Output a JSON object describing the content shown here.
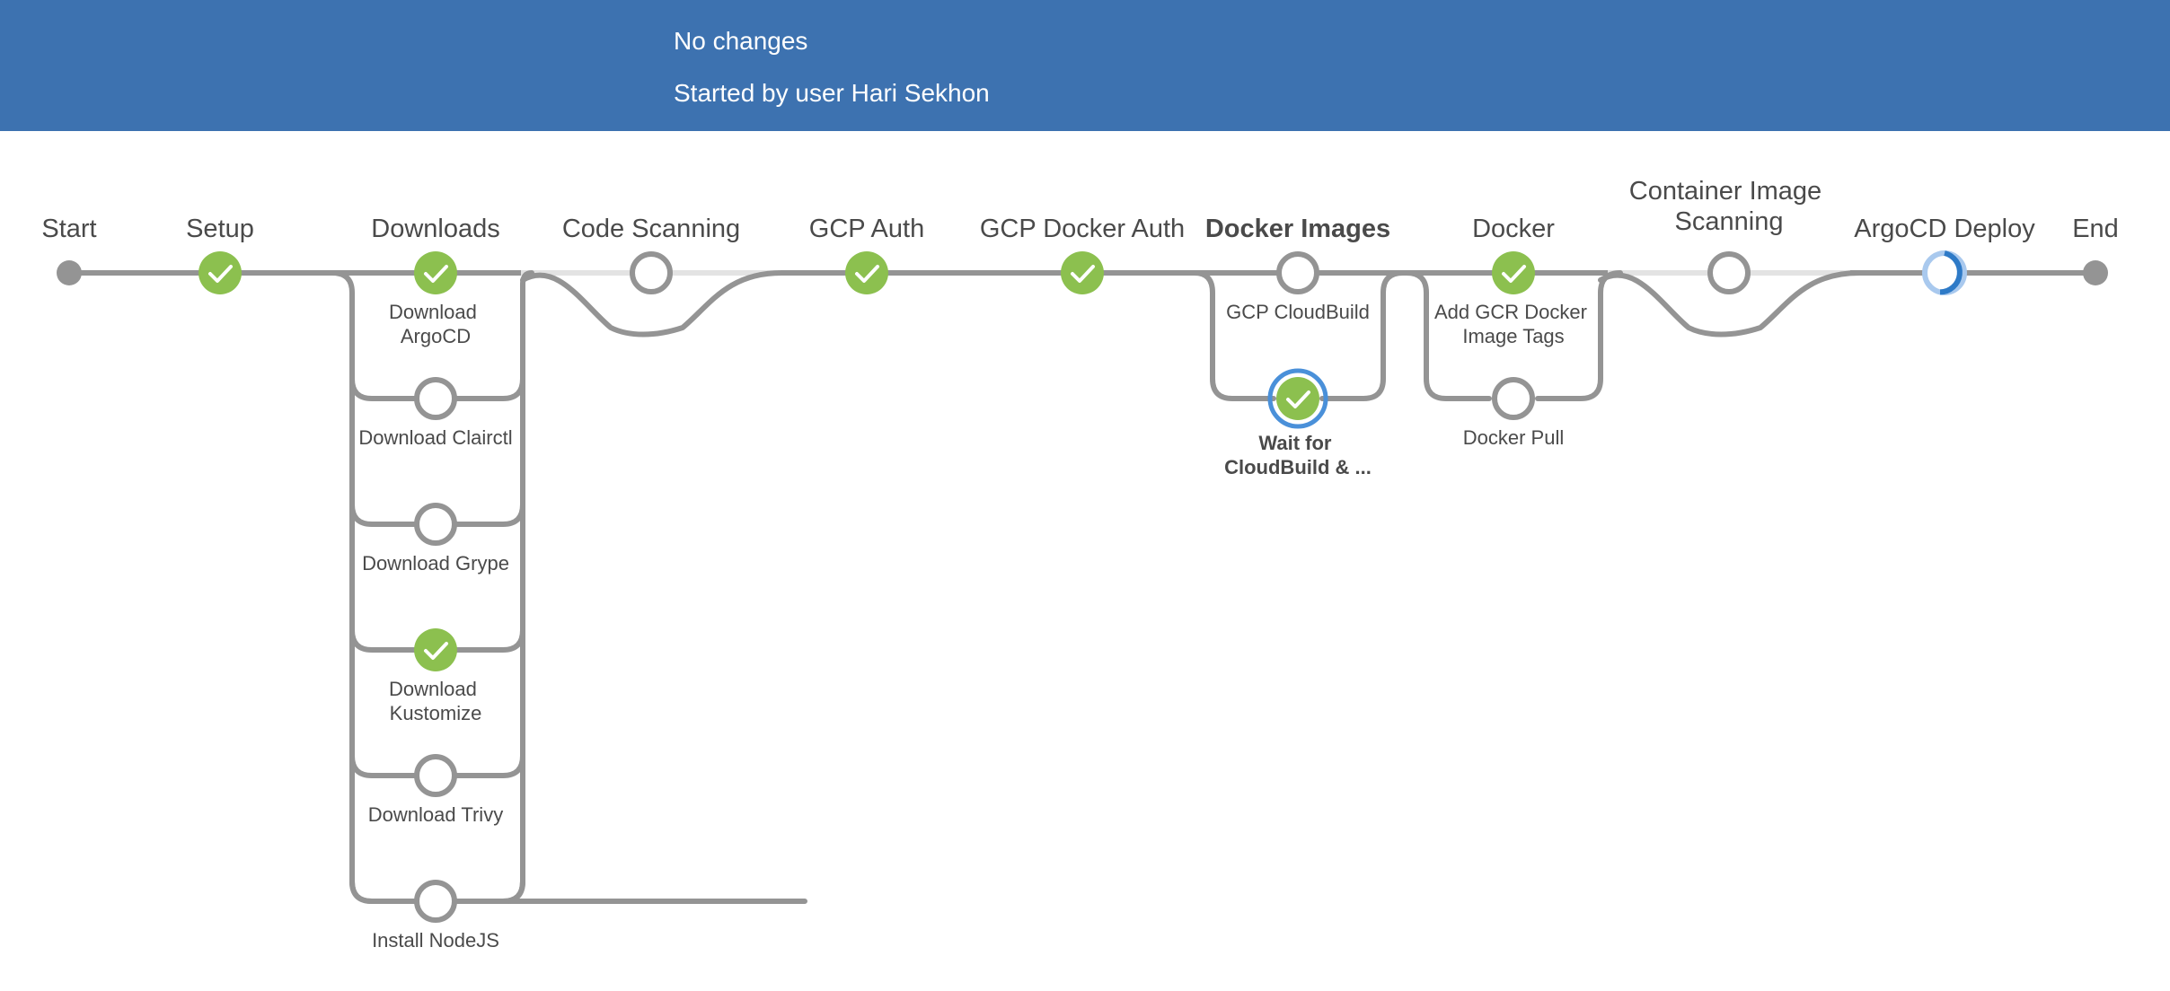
{
  "header": {
    "changes": "No changes",
    "started_by": "Started by user Hari Sekhon"
  },
  "colors": {
    "header_bg": "#3d72b0",
    "success": "#8cc04f",
    "track": "#949494",
    "track_skipped": "#e3e3e3",
    "selected_ring": "#4a90d9",
    "running": "#2e7ac7"
  },
  "stages": [
    {
      "id": "start",
      "label": "Start",
      "status": "terminal"
    },
    {
      "id": "setup",
      "label": "Setup",
      "status": "success"
    },
    {
      "id": "downloads",
      "label": "Downloads",
      "status": "success",
      "parallel": [
        {
          "label": "Download ArgoCD",
          "status": "success"
        },
        {
          "label": "Download Clairctl",
          "status": "not-built"
        },
        {
          "label": "Download Grype",
          "status": "not-built"
        },
        {
          "label": "Download Kustomize",
          "status": "success"
        },
        {
          "label": "Download Trivy",
          "status": "not-built"
        },
        {
          "label": "Install NodeJS",
          "status": "not-built"
        }
      ]
    },
    {
      "id": "code-scanning",
      "label": "Code Scanning",
      "status": "skipped"
    },
    {
      "id": "gcp-auth",
      "label": "GCP Auth",
      "status": "success"
    },
    {
      "id": "gcp-docker-auth",
      "label": "GCP Docker Auth",
      "status": "success"
    },
    {
      "id": "docker-images",
      "label": "Docker Images",
      "status": "not-built",
      "selected": true,
      "parallel": [
        {
          "label": "GCP CloudBuild",
          "status": "not-built"
        },
        {
          "label": "Wait for CloudBuild & ...",
          "status": "success",
          "selected": true
        }
      ]
    },
    {
      "id": "docker",
      "label": "Docker",
      "status": "success",
      "parallel": [
        {
          "label": "Add GCR Docker Image Tags",
          "status": "success"
        },
        {
          "label": "Docker Pull",
          "status": "not-built"
        }
      ]
    },
    {
      "id": "container-image-scanning",
      "label": "Container Image Scanning",
      "status": "skipped"
    },
    {
      "id": "argocd-deploy",
      "label": "ArgoCD Deploy",
      "status": "running"
    },
    {
      "id": "end",
      "label": "End",
      "status": "terminal"
    }
  ]
}
